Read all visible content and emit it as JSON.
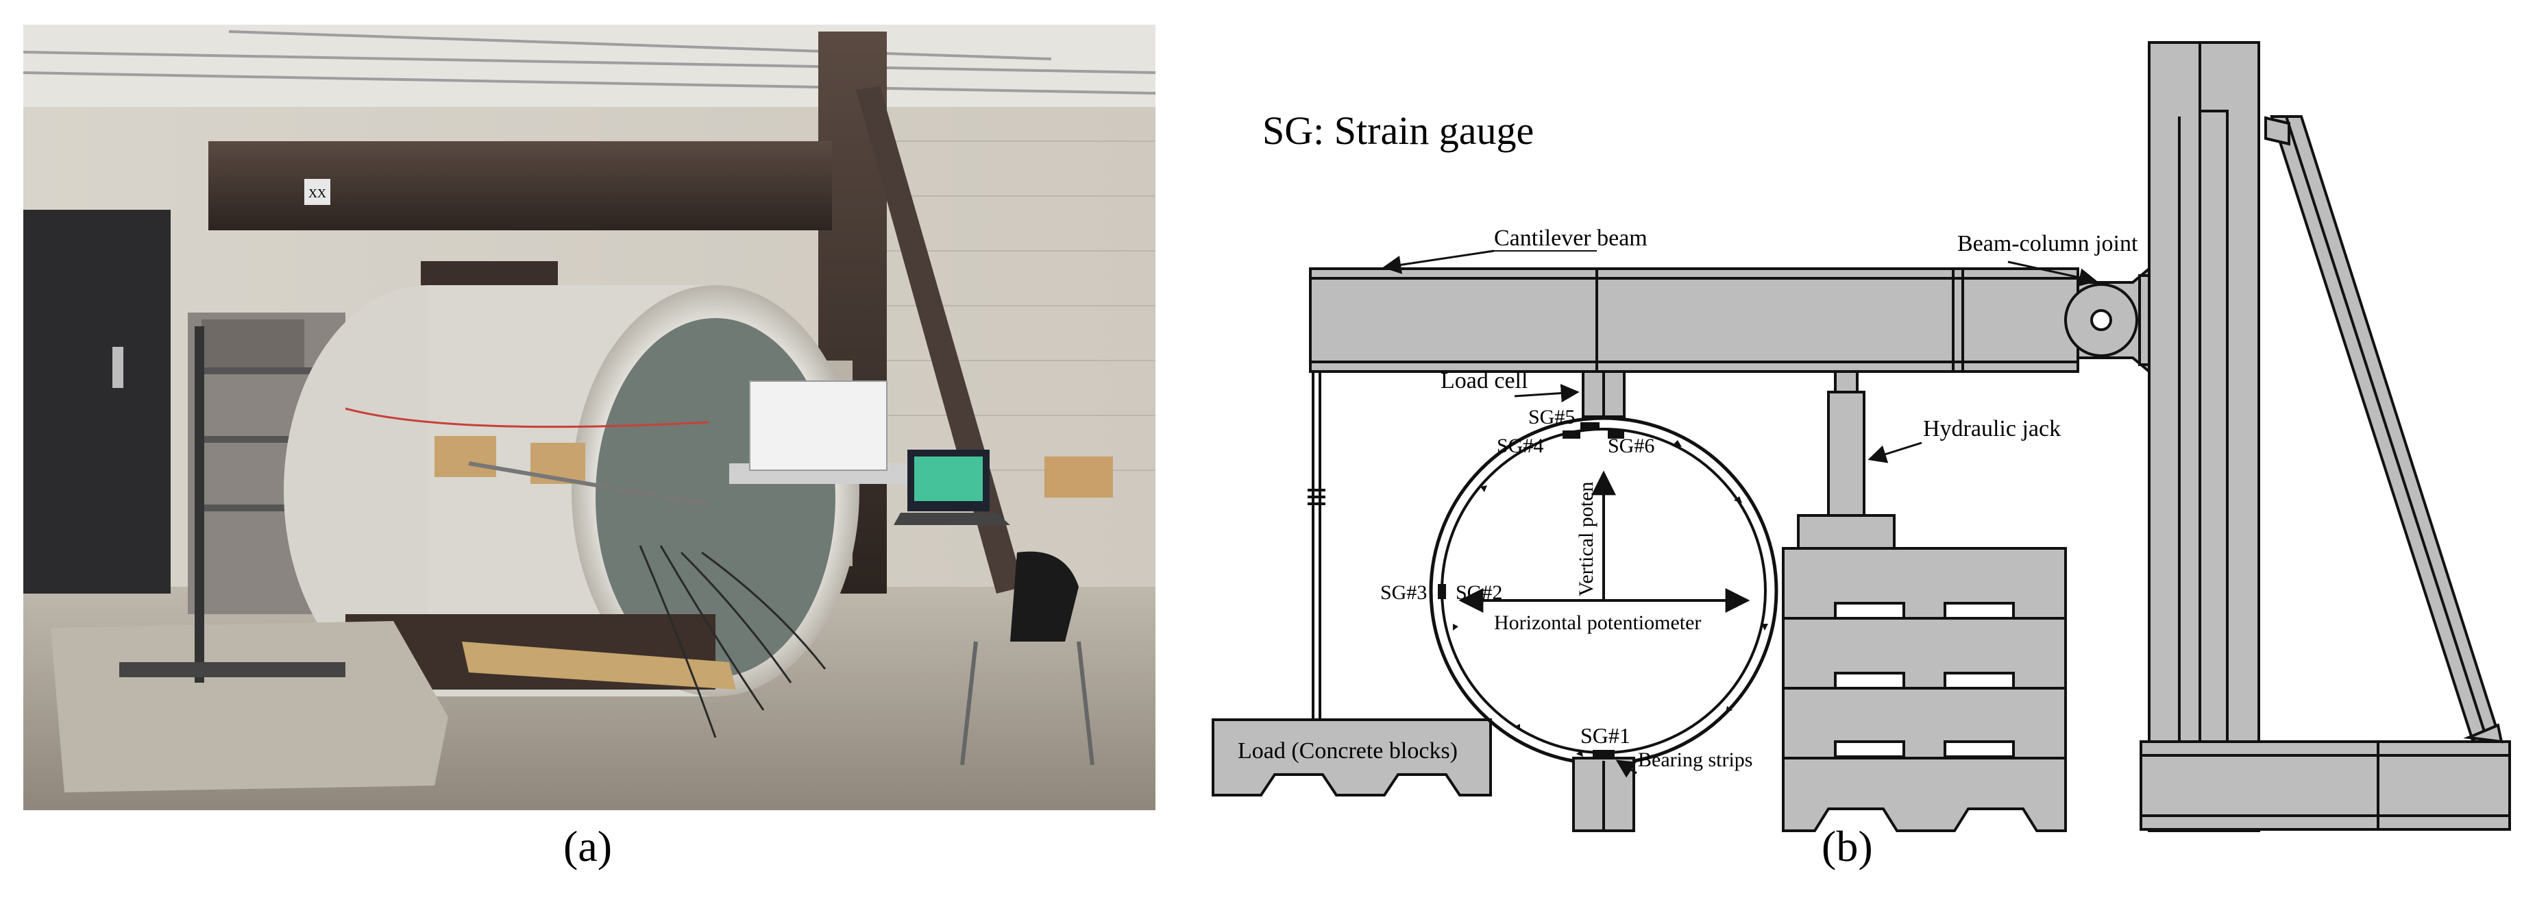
{
  "captions": {
    "a": "(a)",
    "b": "(b)"
  },
  "photo_labels": {
    "tag": "XX"
  },
  "drawing": {
    "legend": "SG:  Strain gauge",
    "labels": {
      "cantilever_beam": "Cantilever beam",
      "beam_column_joint": "Beam-column joint",
      "load_cell": "Load cell",
      "hydraulic_jack": "Hydraulic jack",
      "sg1": "SG#1",
      "sg2": "SG#2",
      "sg3": "SG#3",
      "sg4": "SG#4",
      "sg5": "SG#5",
      "sg6": "SG#6",
      "vertical_poten": "Vertical poten",
      "horizontal_potentiometer": "Horizontal potentiometer",
      "load_blocks": "Load (Concrete blocks)",
      "bearing_strips": "Bearing strips"
    }
  },
  "colors": {
    "steel_fill": "#bdbdbd",
    "outline": "#111111"
  }
}
